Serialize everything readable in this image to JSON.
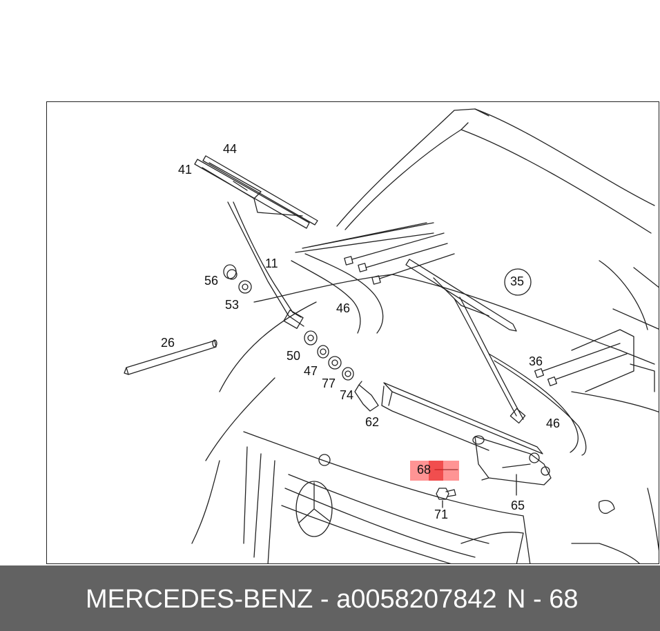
{
  "callouts": [
    "44",
    "41",
    "11",
    "56",
    "53",
    "46",
    "35",
    "26",
    "50",
    "47",
    "77",
    "74",
    "62",
    "36",
    "46",
    "68",
    "65",
    "71"
  ],
  "highlighted_callout": "68",
  "highlight_color": "#ff4040",
  "footer": {
    "brand": "MERCEDES-BENZ - a0058207842",
    "ref": "N - 68",
    "background": "#626262"
  }
}
